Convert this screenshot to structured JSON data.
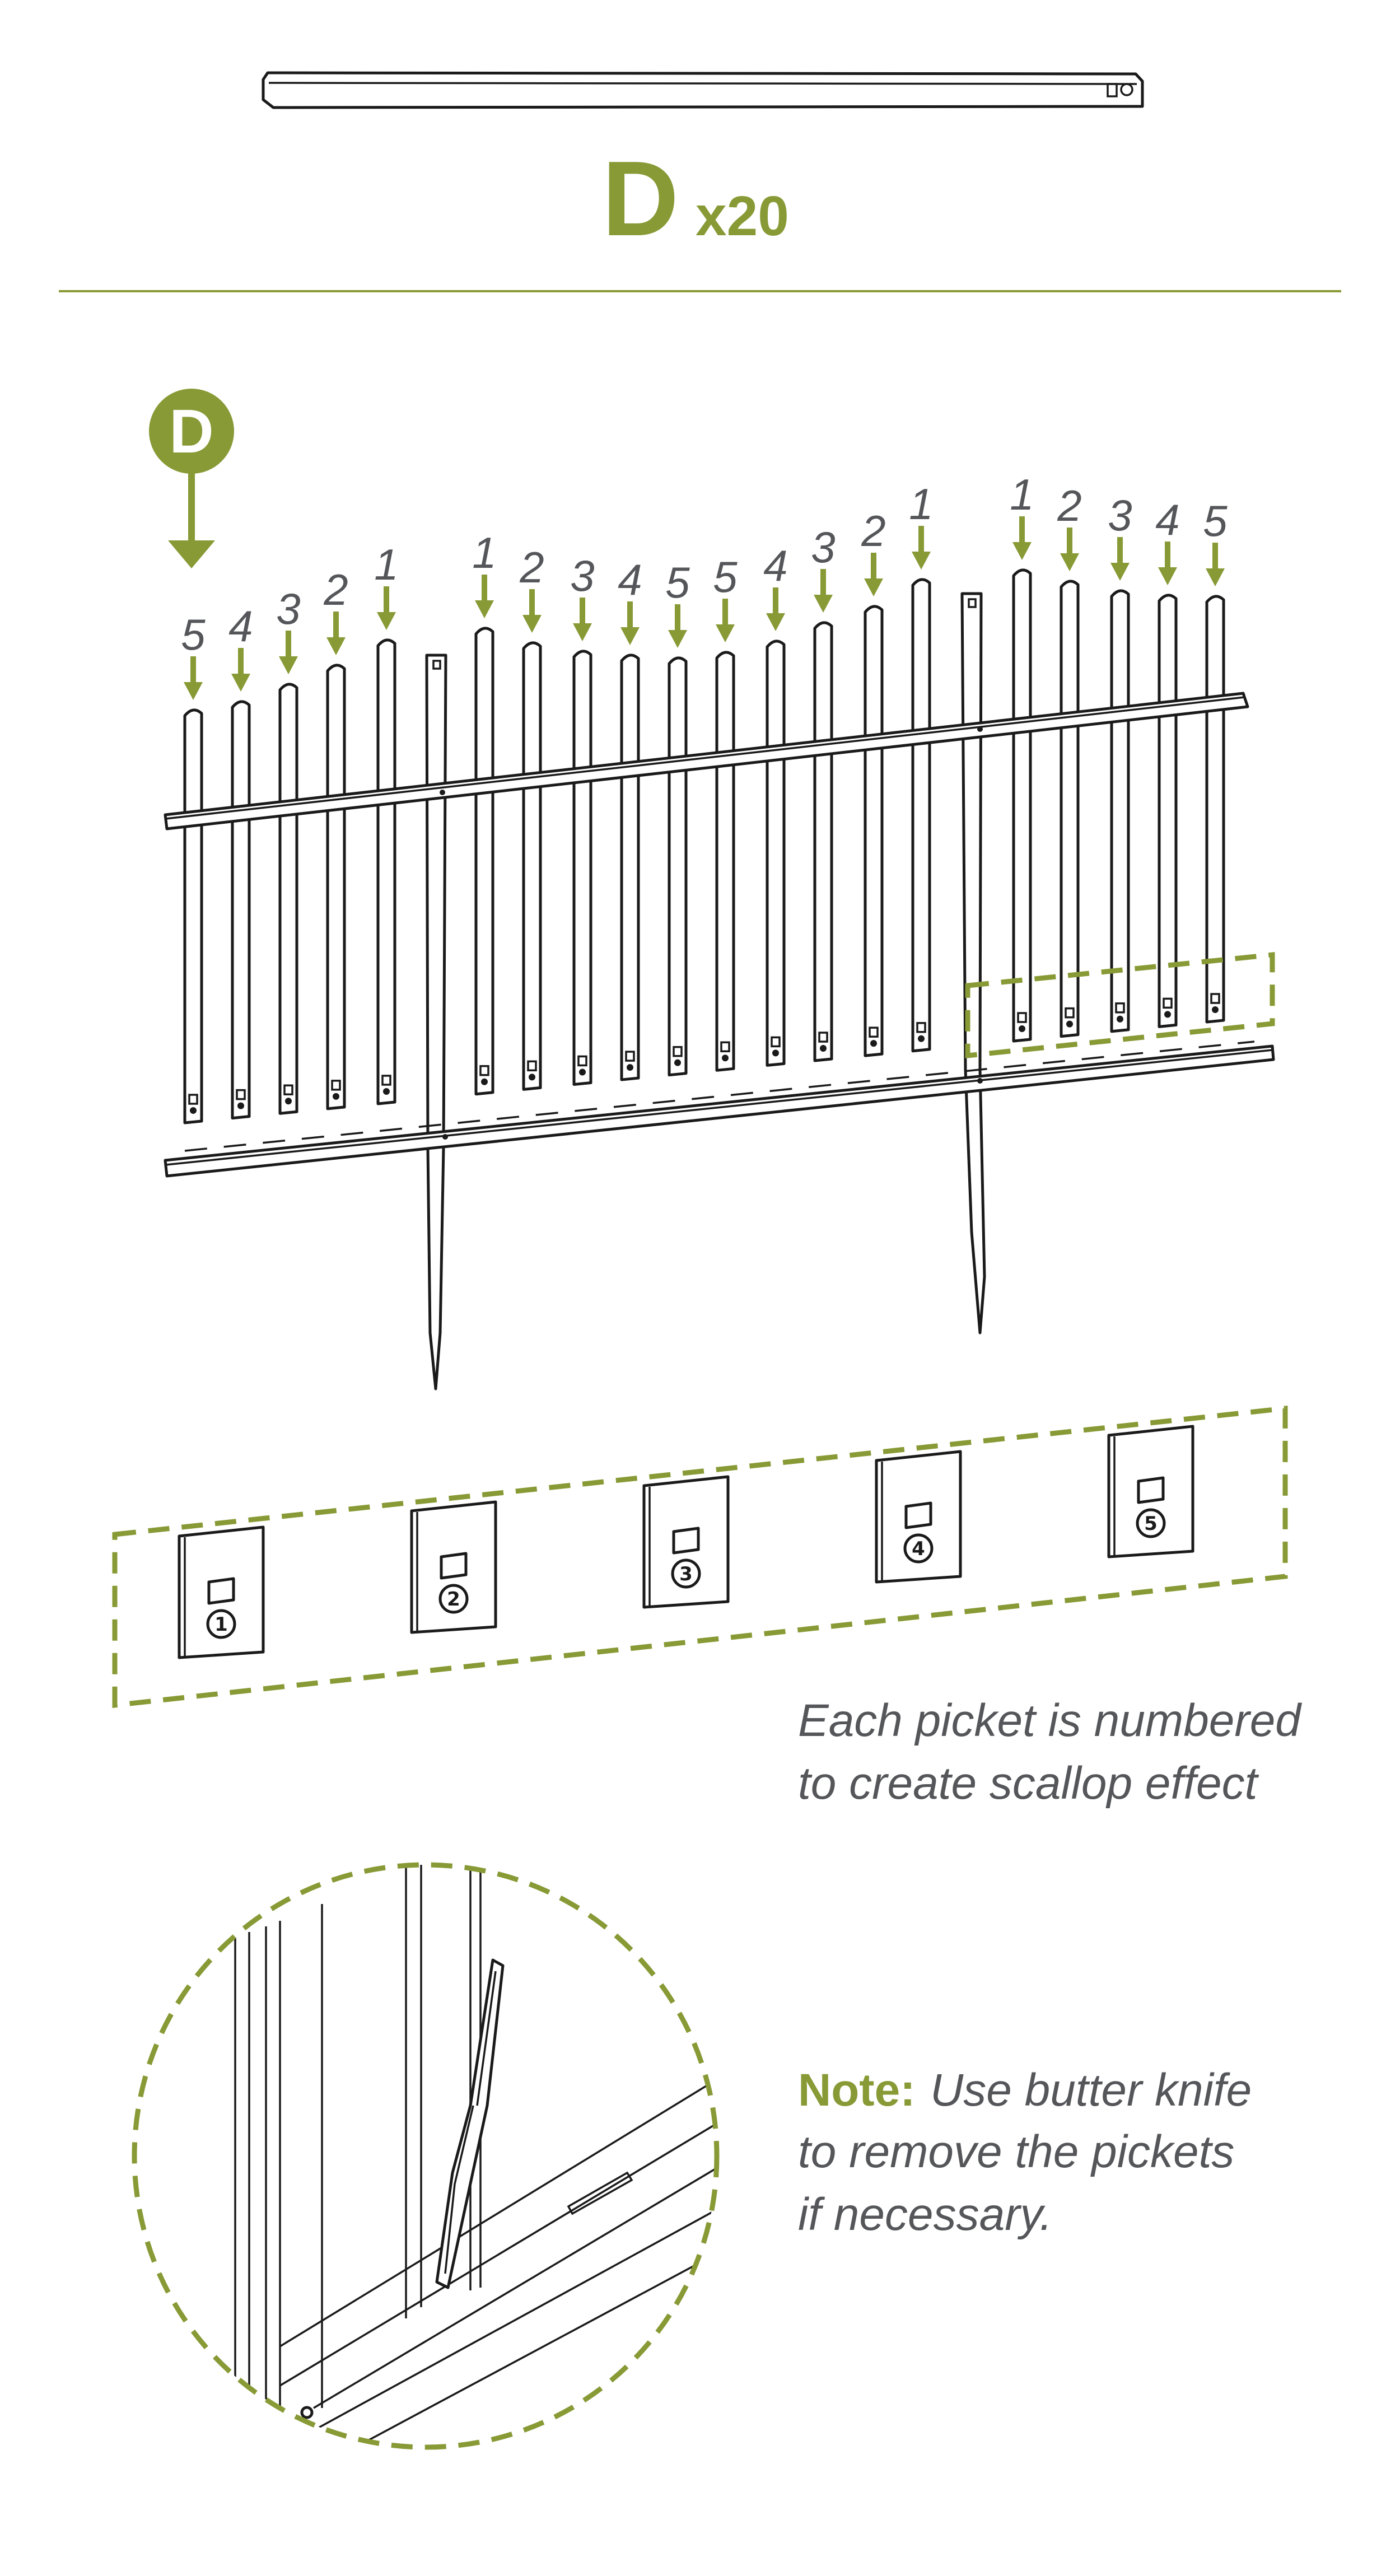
{
  "part": {
    "letter": "D",
    "quantity": "x20"
  },
  "diagram": {
    "badge_letter": "D",
    "picket_numbers": [
      "5",
      "4",
      "3",
      "2",
      "1",
      "1",
      "2",
      "3",
      "4",
      "5",
      "5",
      "4",
      "3",
      "2",
      "1",
      "1",
      "2",
      "3",
      "4",
      "5"
    ],
    "detail_tag_numbers": [
      "1",
      "2",
      "3",
      "4",
      "5"
    ]
  },
  "caption": {
    "line1": "Each picket is numbered",
    "line2": "to create scallop effect"
  },
  "note": {
    "label": "Note:",
    "line1": "Use butter knife",
    "line2": "to remove the pickets",
    "line3": "if necessary."
  },
  "colors": {
    "accent": "#879a35",
    "ink": "#1a1a1a",
    "text_gray": "#55565a"
  }
}
